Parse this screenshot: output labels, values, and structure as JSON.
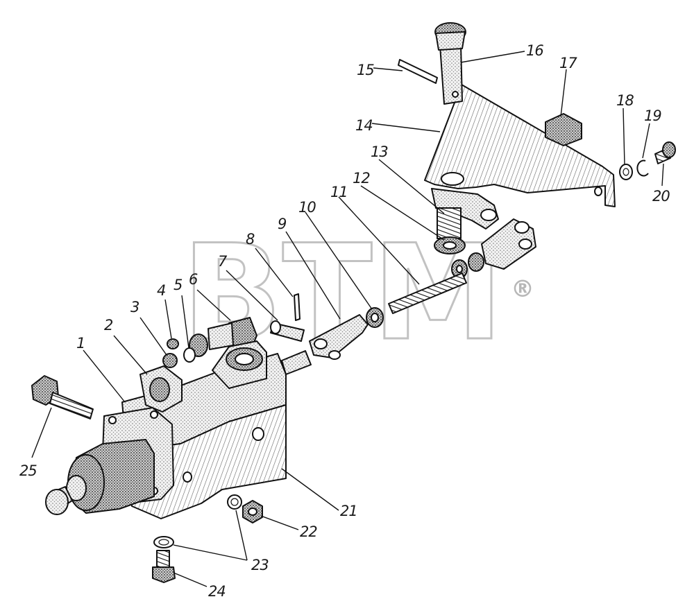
{
  "watermark": {
    "text": "BTM",
    "registered_mark": "®"
  },
  "callouts": [
    "1",
    "2",
    "3",
    "4",
    "5",
    "6",
    "7",
    "8",
    "9",
    "10",
    "11",
    "12",
    "13",
    "14",
    "15",
    "16",
    "17",
    "18",
    "19",
    "20",
    "21",
    "22",
    "23",
    "24",
    "25"
  ],
  "colors": {
    "ink": "#111111",
    "watermark": "#9a9a9a",
    "background": "#ffffff",
    "shade": "#bdbdbd"
  }
}
